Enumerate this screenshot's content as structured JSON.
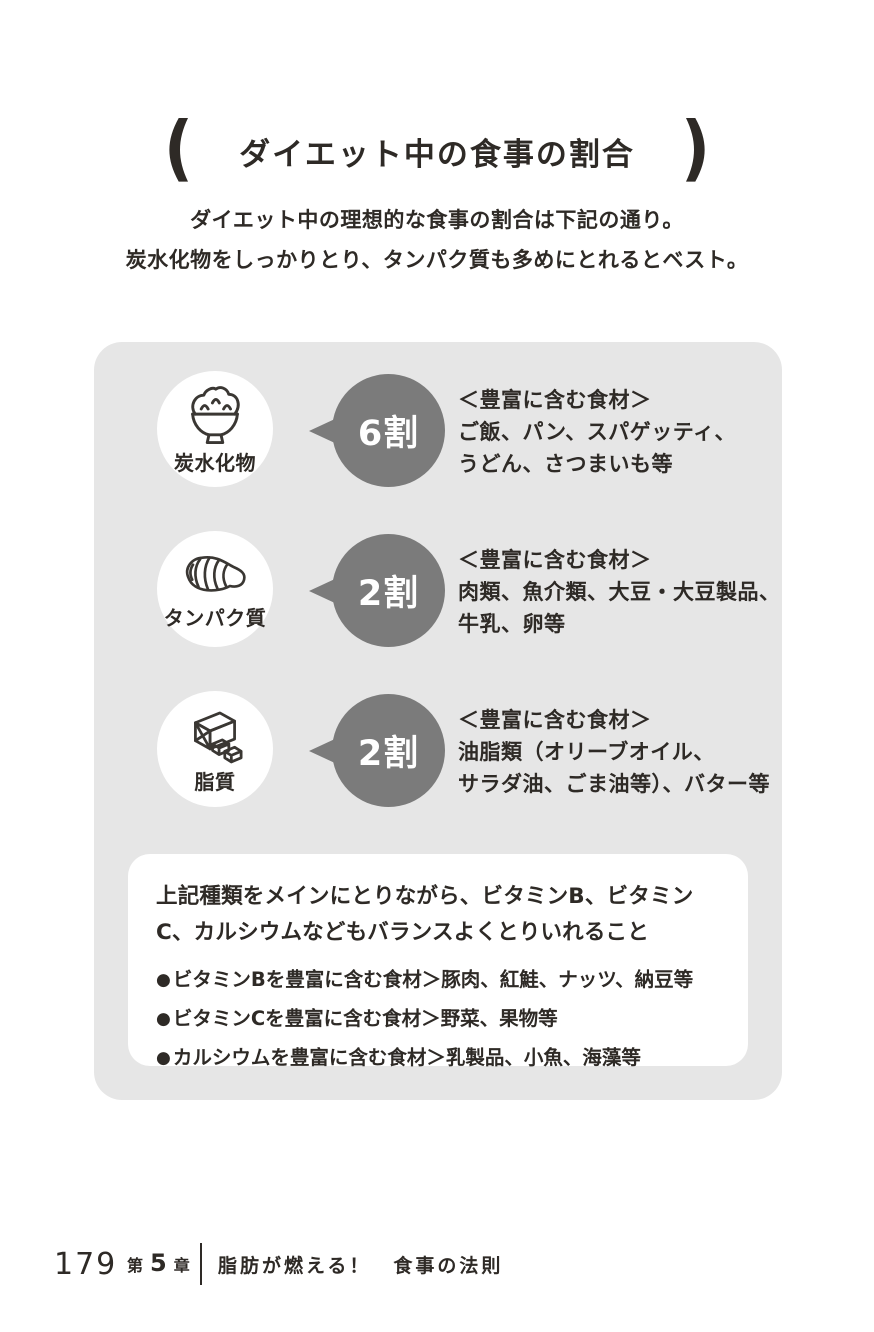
{
  "header": {
    "paren_open": "(",
    "title": "ダイエット中の食事の割合",
    "paren_close": ")"
  },
  "intro": {
    "line1": "ダイエット中の理想的な食事の割合は下記の通り。",
    "line2": "炭水化物をしっかりとり、タンパク質も多めにとれるとベスト。"
  },
  "nutrients": [
    {
      "name": "炭水化物",
      "icon": "rice-bowl-icon",
      "ratio": "6割",
      "foods_heading": "＜豊富に含む食材＞",
      "foods_lines": [
        "ご飯、パン、スパゲッティ、",
        "うどん、さつまいも等"
      ]
    },
    {
      "name": "タンパク質",
      "icon": "salmon-fillet-icon",
      "ratio": "2割",
      "foods_heading": "＜豊富に含む食材＞",
      "foods_lines": [
        "肉類、魚介類、大豆・大豆製品、",
        "牛乳、卵等"
      ]
    },
    {
      "name": "脂質",
      "icon": "butter-blocks-icon",
      "ratio": "2割",
      "foods_heading": "＜豊富に含む食材＞",
      "foods_lines": [
        "油脂類（オリーブオイル、",
        "サラダ油、ごま油等）、バター等"
      ]
    }
  ],
  "note": {
    "heading": "上記種類をメインにとりながら、ビタミンB、ビタミンC、カルシウムなどもバランスよくとりいれること",
    "bullet_glyph": "●",
    "bullets": [
      "ビタミンBを豊富に含む食材＞豚肉、紅鮭、ナッツ、納豆等",
      "ビタミンCを豊富に含む食材＞野菜、果物等",
      "カルシウムを豊富に含む食材＞乳製品、小魚、海藻等"
    ]
  },
  "footer": {
    "page_number": "179",
    "chapter_prefix": "第",
    "chapter_number": "5",
    "chapter_suffix": "章",
    "chapter_title": "脂肪が燃える！　食事の法則"
  },
  "colors": {
    "ink": "#2e2a26",
    "bubble_gray": "#7b7b7b",
    "panel_gray": "#e6e6e6",
    "white": "#ffffff"
  }
}
